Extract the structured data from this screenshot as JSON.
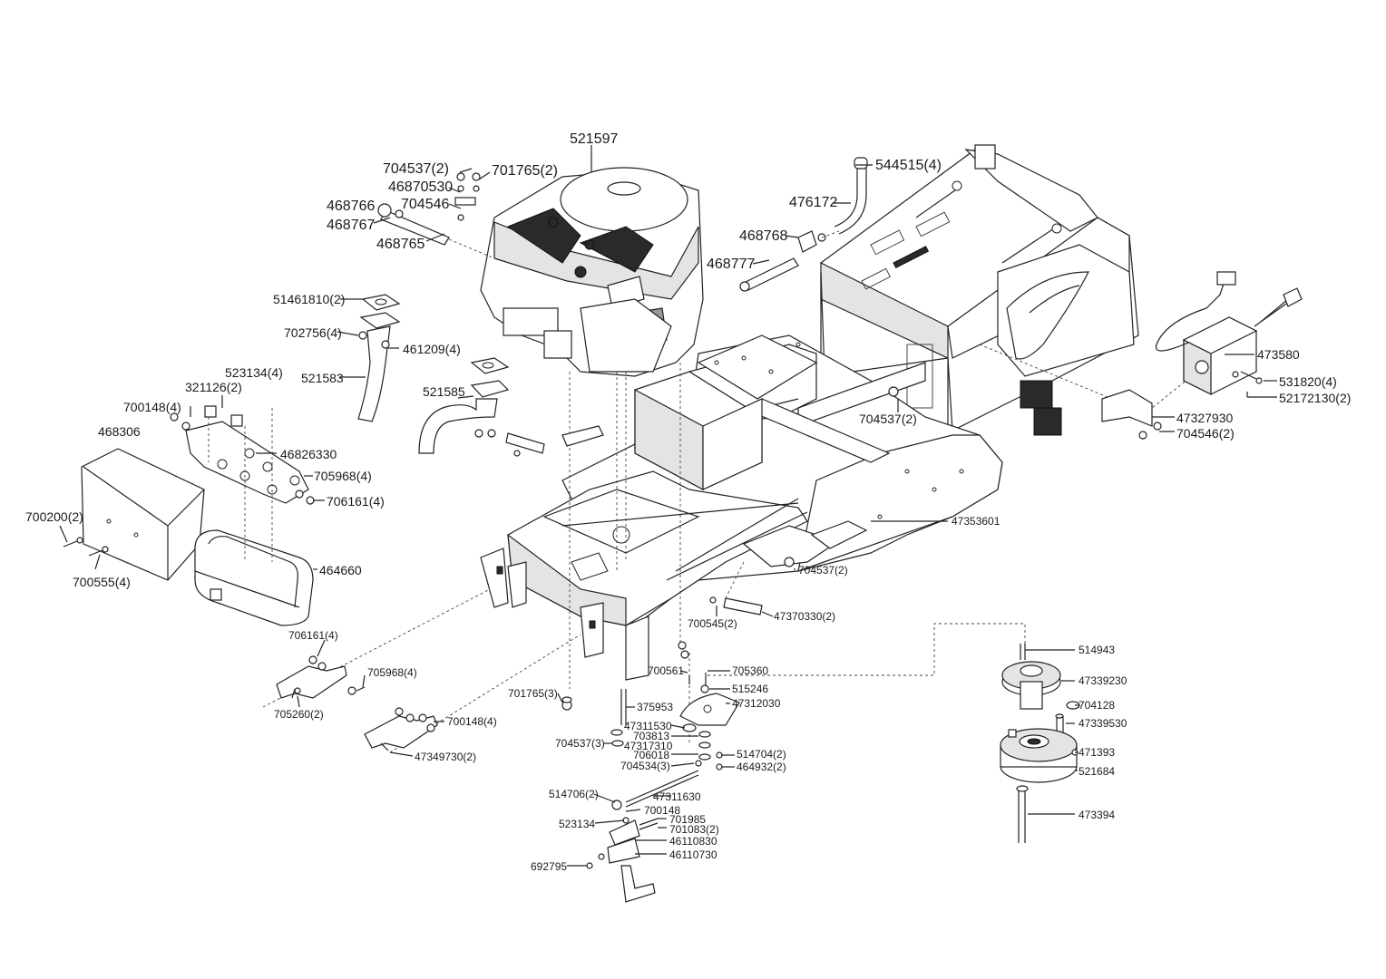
{
  "callouts": [
    {
      "id": "521597",
      "label": "521597"
    },
    {
      "id": "704537_2_top",
      "label": "704537(2)"
    },
    {
      "id": "701765_2_top",
      "label": "701765(2)"
    },
    {
      "id": "46870530",
      "label": "46870530"
    },
    {
      "id": "704546",
      "label": "704546"
    },
    {
      "id": "468766",
      "label": "468766"
    },
    {
      "id": "468767",
      "label": "468767"
    },
    {
      "id": "468765",
      "label": "468765"
    },
    {
      "id": "544515_4",
      "label": "544515(4)"
    },
    {
      "id": "476172",
      "label": "476172"
    },
    {
      "id": "468768",
      "label": "468768"
    },
    {
      "id": "468777",
      "label": "468777"
    },
    {
      "id": "51461810_2",
      "label": "51461810(2)"
    },
    {
      "id": "702756_4",
      "label": "702756(4)"
    },
    {
      "id": "461209_4",
      "label": "461209(4)"
    },
    {
      "id": "521583",
      "label": "521583"
    },
    {
      "id": "521585",
      "label": "521585"
    },
    {
      "id": "523134_4",
      "label": "523134(4)"
    },
    {
      "id": "321126_2",
      "label": "321126(2)"
    },
    {
      "id": "700148_4_left",
      "label": "700148(4)"
    },
    {
      "id": "468306",
      "label": "468306"
    },
    {
      "id": "46826330",
      "label": "46826330"
    },
    {
      "id": "705968_4_top",
      "label": "705968(4)"
    },
    {
      "id": "706161_4_top",
      "label": "706161(4)"
    },
    {
      "id": "700200_2",
      "label": "700200(2)"
    },
    {
      "id": "700555_4",
      "label": "700555(4)"
    },
    {
      "id": "464660",
      "label": "464660"
    },
    {
      "id": "473580",
      "label": "473580"
    },
    {
      "id": "531820_4",
      "label": "531820(4)"
    },
    {
      "id": "52172130_2",
      "label": "52172130(2)"
    },
    {
      "id": "704537_2_right",
      "label": "704537(2)"
    },
    {
      "id": "47327930",
      "label": "47327930"
    },
    {
      "id": "704546_2",
      "label": "704546(2)"
    },
    {
      "id": "47353601",
      "label": "47353601"
    },
    {
      "id": "704537_2_mid",
      "label": "704537(2)"
    },
    {
      "id": "47370330_2",
      "label": "47370330(2)"
    },
    {
      "id": "700545_2",
      "label": "700545(2)"
    },
    {
      "id": "706161_4_bot",
      "label": "706161(4)"
    },
    {
      "id": "705968_4_bot",
      "label": "705968(4)"
    },
    {
      "id": "705260_2",
      "label": "705260(2)"
    },
    {
      "id": "700148_4_bot",
      "label": "700148(4)"
    },
    {
      "id": "47349730_2",
      "label": "47349730(2)"
    },
    {
      "id": "700561",
      "label": "700561"
    },
    {
      "id": "705360",
      "label": "705360"
    },
    {
      "id": "515246",
      "label": "515246"
    },
    {
      "id": "701765_3",
      "label": "701765(3)"
    },
    {
      "id": "375953",
      "label": "375953"
    },
    {
      "id": "47312030",
      "label": "47312030"
    },
    {
      "id": "47311530",
      "label": "47311530"
    },
    {
      "id": "703813",
      "label": "703813"
    },
    {
      "id": "704537_3",
      "label": "704537(3)"
    },
    {
      "id": "47317310",
      "label": "47317310"
    },
    {
      "id": "706018",
      "label": "706018"
    },
    {
      "id": "514704_2",
      "label": "514704(2)"
    },
    {
      "id": "704534_3",
      "label": "704534(3)"
    },
    {
      "id": "464932_2",
      "label": "464932(2)"
    },
    {
      "id": "514706_2",
      "label": "514706(2)"
    },
    {
      "id": "47311630",
      "label": "47311630"
    },
    {
      "id": "700148",
      "label": "700148"
    },
    {
      "id": "701985",
      "label": "701985"
    },
    {
      "id": "523134",
      "label": "523134"
    },
    {
      "id": "701083_2",
      "label": "701083(2)"
    },
    {
      "id": "46110830",
      "label": "46110830"
    },
    {
      "id": "46110730",
      "label": "46110730"
    },
    {
      "id": "692795",
      "label": "692795"
    },
    {
      "id": "514943",
      "label": "514943"
    },
    {
      "id": "47339230",
      "label": "47339230"
    },
    {
      "id": "704128",
      "label": "704128"
    },
    {
      "id": "47339530",
      "label": "47339530"
    },
    {
      "id": "471393",
      "label": "471393"
    },
    {
      "id": "521684",
      "label": "521684"
    },
    {
      "id": "473394",
      "label": "473394"
    }
  ]
}
